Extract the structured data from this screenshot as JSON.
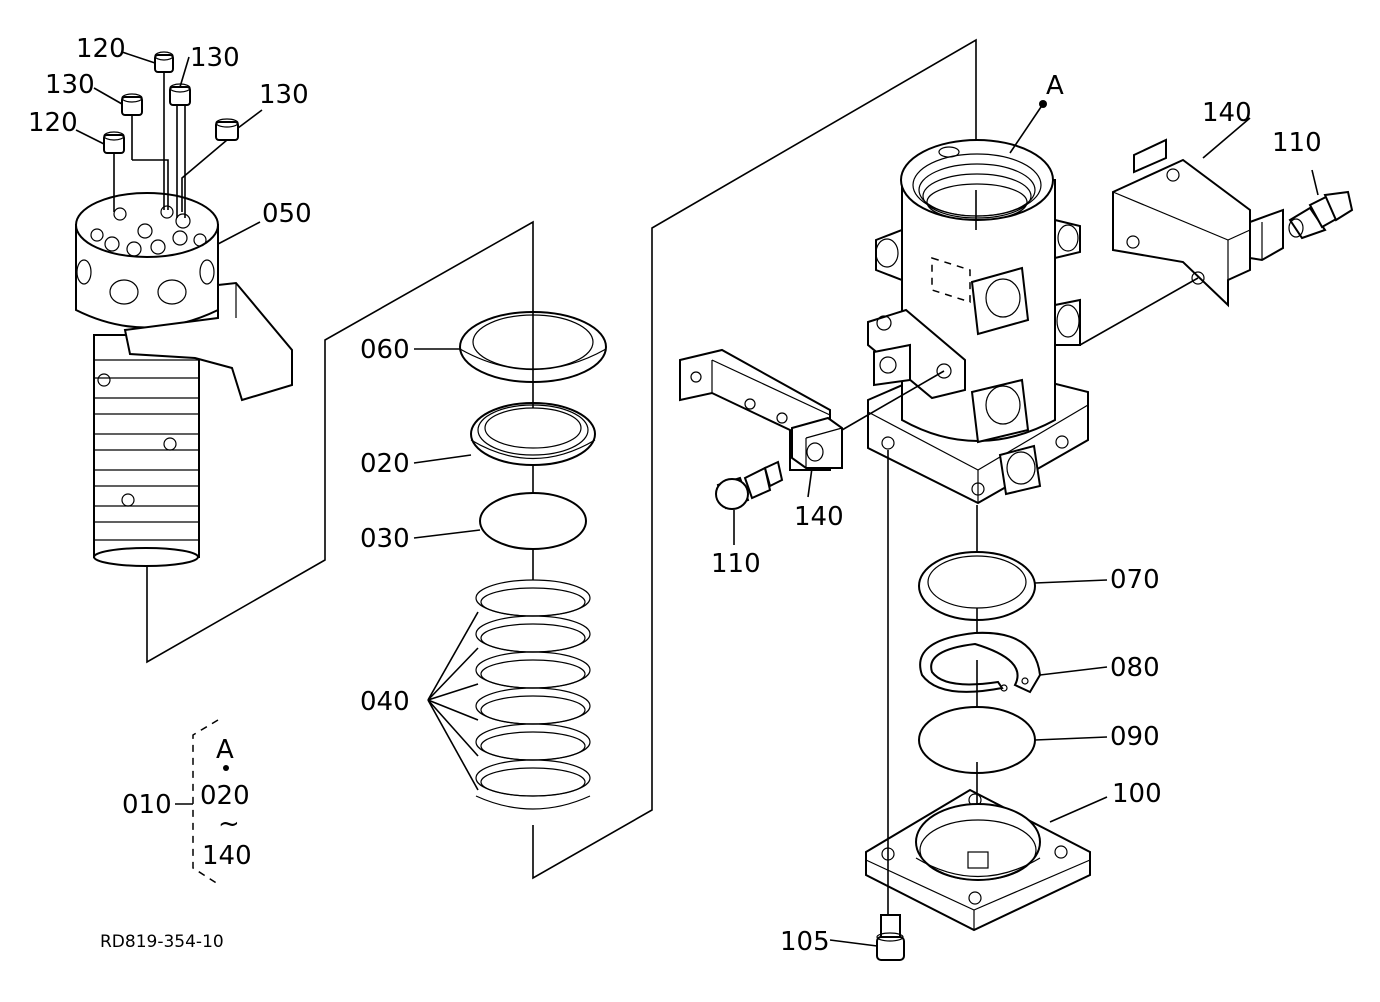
{
  "diagram": {
    "reference": "RD819-354-10",
    "assembly_marker": "A",
    "callouts": {
      "p120a": "120",
      "p120b": "120",
      "p130a": "130",
      "p130b": "130",
      "p130c": "130",
      "p050": "050",
      "p060": "060",
      "p020": "020",
      "p030": "030",
      "p040": "040",
      "p140a": "140",
      "p140b": "140",
      "p110a": "110",
      "p110b": "110",
      "p070": "070",
      "p080": "080",
      "p090": "090",
      "p100": "100",
      "p105": "105"
    },
    "legend": {
      "assembly": "010",
      "marker": "A",
      "range_start": "020",
      "tilde": "~",
      "range_end": "140"
    }
  }
}
